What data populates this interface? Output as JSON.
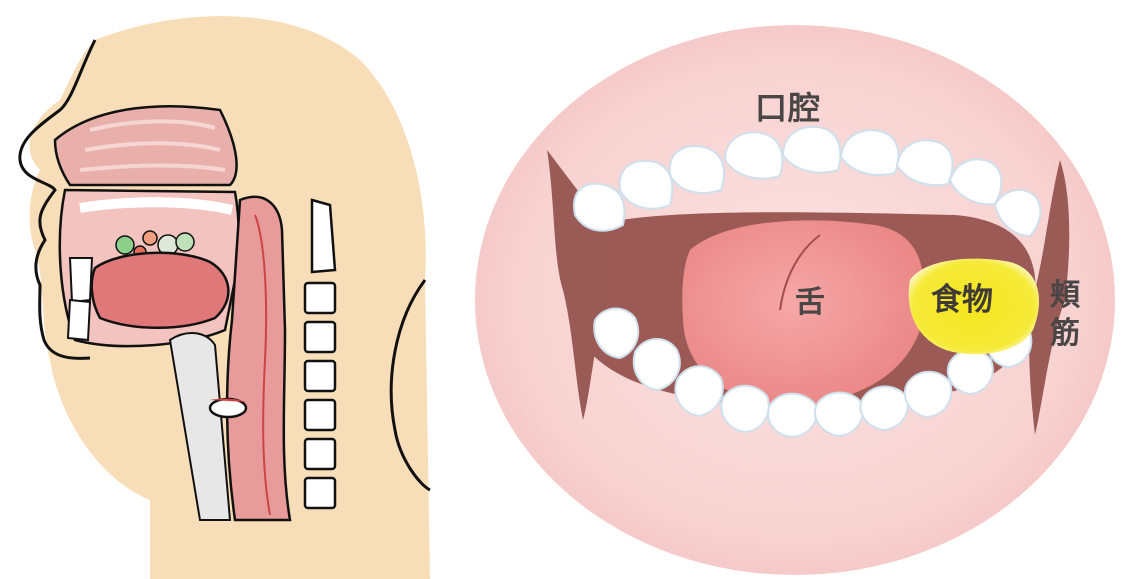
{
  "labels": {
    "oral_cavity": "口腔",
    "tongue": "舌",
    "food": "食物",
    "buccinator": "頬筋"
  },
  "colors": {
    "skin": "#f8deb8",
    "flesh_pink": "#e7a5a5",
    "tongue_red": "#e0787a",
    "mouth_inner": "#f4cccc",
    "teeth": "#ffffff",
    "teeth_shadow": "#d6e8f4",
    "cheek_muscle": "#9a5a56",
    "food_yellow": "#f4e626",
    "text": "#4a4646"
  }
}
